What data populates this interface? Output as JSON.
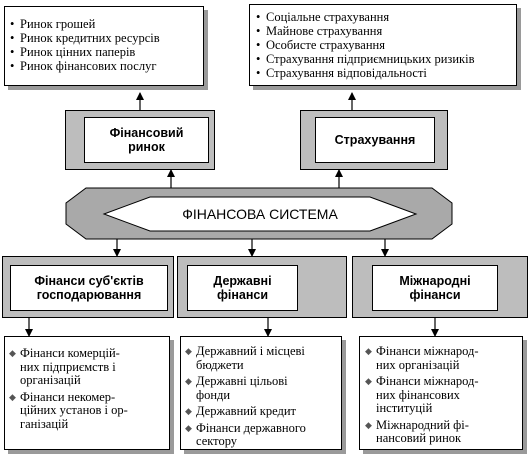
{
  "top_left_list": {
    "items": [
      "Ринок грошей",
      "Ринок кредитних ресурсів",
      "Ринок цінних паперів",
      "Ринок фінансових послуг"
    ]
  },
  "top_right_list": {
    "items": [
      "Соціальне страхування",
      "Майнове страхування",
      "Особисте страхування",
      "Страхування підприємницьких ризиків",
      "Страхування відповідальності"
    ]
  },
  "financial_market": {
    "line1": "Фінансовий",
    "line2": "ринок"
  },
  "insurance": {
    "label": "Страхування"
  },
  "financial_system": {
    "label": "ФІНАНСОВА СИСТЕМА"
  },
  "business_finance": {
    "line1": "Фінанси суб'єктів",
    "line2": "господарювання"
  },
  "state_finance": {
    "line1": "Державні",
    "line2": "фінанси"
  },
  "international_finance": {
    "line1": "Міжнародні",
    "line2": "фінанси"
  },
  "business_list": {
    "items": [
      [
        "Фінанси комерцій-",
        "них підприємств і",
        "організацій"
      ],
      [
        "Фінанси некомер-",
        "ційних установ і ор-",
        "ганізацій"
      ]
    ]
  },
  "state_list": {
    "items": [
      [
        "Державний і місцеві",
        "бюджети"
      ],
      [
        "Державні цільові",
        "фонди"
      ],
      [
        "Державний кредит"
      ],
      [
        "Фінанси державного",
        "сектору"
      ]
    ]
  },
  "international_list": {
    "items": [
      [
        "Фінанси міжнарод-",
        "них організацій"
      ],
      [
        "Фінанси міжнарод-",
        "них фінансових",
        "інституцій"
      ],
      [
        "Міжнародний фі-",
        "нансовий ринок"
      ]
    ]
  }
}
